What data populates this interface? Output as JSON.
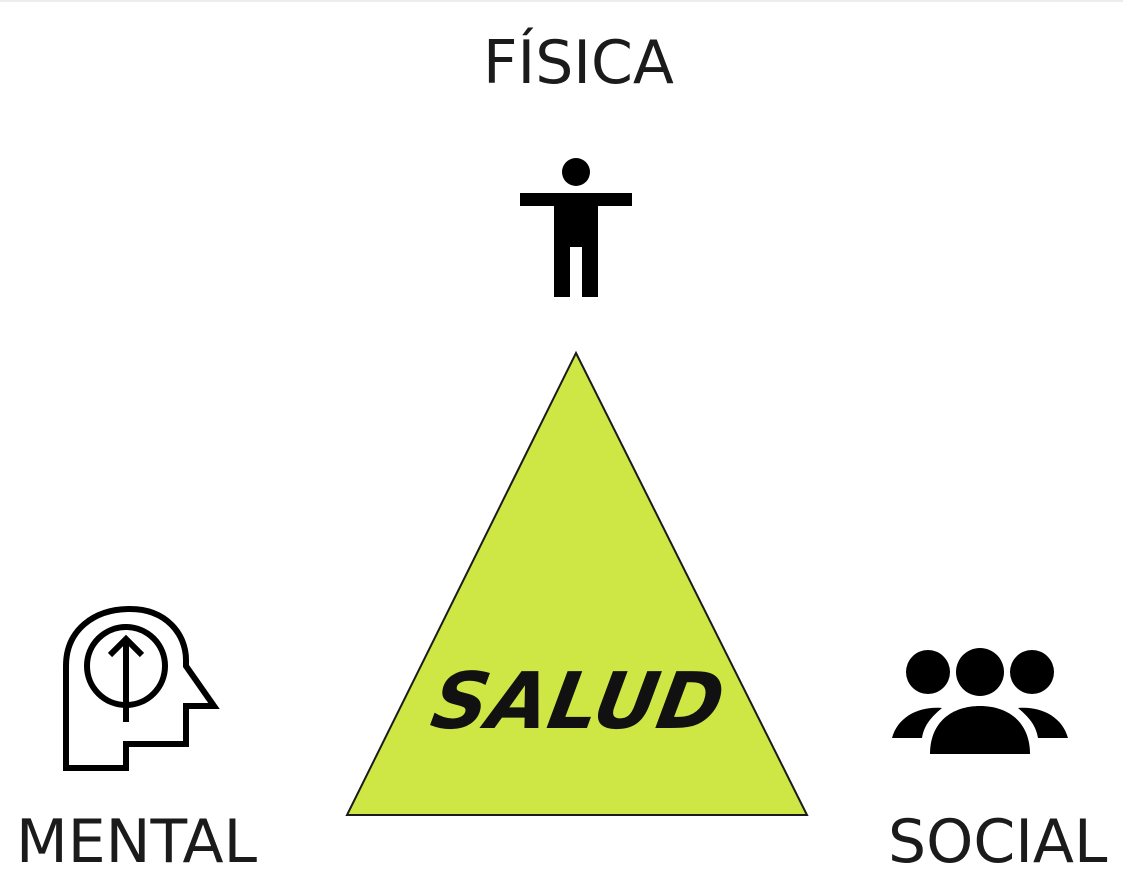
{
  "diagram": {
    "top_label": "FÍSICA",
    "left_label": "MENTAL",
    "right_label": "SOCIAL",
    "center_label": "SALUD"
  },
  "colors": {
    "triangle_fill": "#cfe744",
    "text": "#1b1b1b",
    "icon": "#000000"
  },
  "icons": {
    "top": "person-icon",
    "left": "head-growth-icon",
    "right": "group-icon"
  }
}
